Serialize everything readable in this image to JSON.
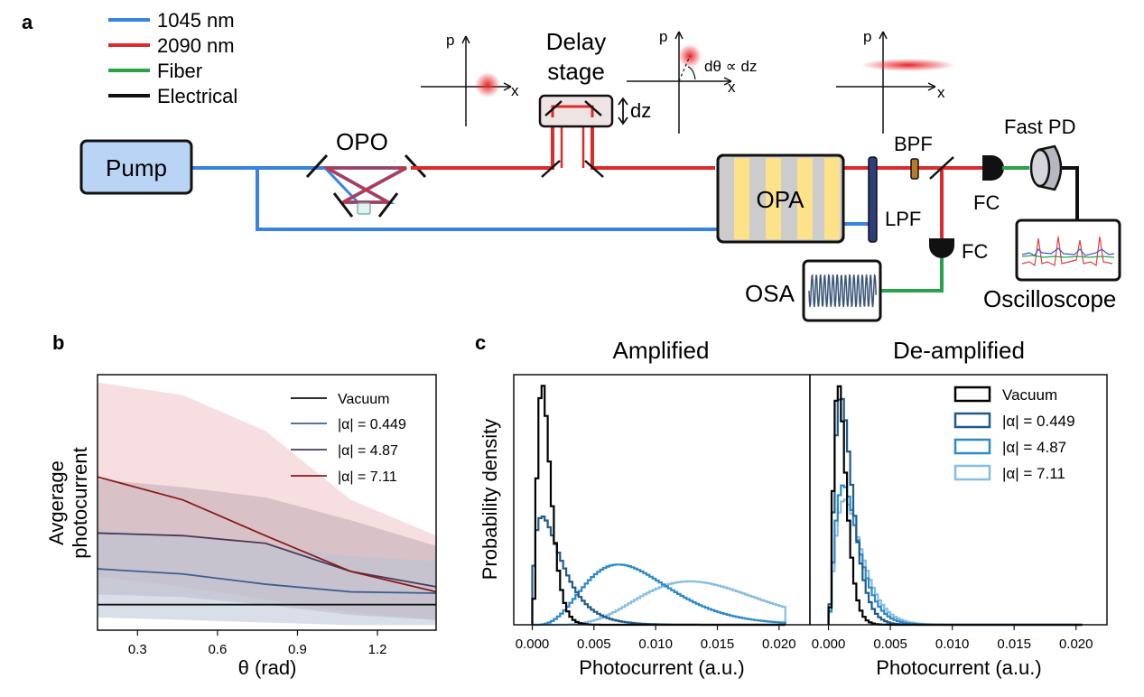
{
  "panel_labels": {
    "a": "a",
    "b": "b",
    "c": "c"
  },
  "colors": {
    "pump_beam": "#3a82e0",
    "signal_beam": "#dd2a2a",
    "fiber": "#2aa14a",
    "electrical": "#111111",
    "pump_box_fill": "#b9d4f5",
    "opa_yellow": "#fde28a",
    "opa_gray": "#cccccc",
    "lpf_fill": "#2c3f7a",
    "bpf_fill": "#b57a2a"
  },
  "diagram": {
    "legend": [
      {
        "label": "1045 nm",
        "color": "#3a82e0"
      },
      {
        "label": "2090 nm",
        "color": "#dd2a2a"
      },
      {
        "label": "Fiber",
        "color": "#2aa14a"
      },
      {
        "label": "Electrical",
        "color": "#111111"
      }
    ],
    "labels": {
      "pump": "Pump",
      "opo": "OPO",
      "delay_line1": "Delay",
      "delay_line2": "stage",
      "dz": "dz",
      "opa": "OPA",
      "lpf": "LPF",
      "bpf": "BPF",
      "fc_top": "FC",
      "fc_bottom": "FC",
      "fast_pd": "Fast PD",
      "osa": "OSA",
      "oscilloscope": "Oscilloscope",
      "p1": "p",
      "x1": "x",
      "p2": "p",
      "x2": "x",
      "dtheta": "dθ ∝ dz",
      "p3": "p",
      "x3": "x"
    }
  },
  "chart_data": [
    {
      "type": "line",
      "panel": "b",
      "xlabel": "θ (rad)",
      "ylabel_line1": "Avgerage",
      "ylabel_line2": "photocurrent",
      "xlim": [
        0.15,
        1.42
      ],
      "ylim": [
        0,
        1
      ],
      "xticks": [
        0.3,
        0.6,
        0.9,
        1.2
      ],
      "xtick_labels": [
        "0.3",
        "0.6",
        "0.9",
        "1.2"
      ],
      "series": [
        {
          "name": "Vacuum",
          "color": "#111111",
          "band": null,
          "x": [
            0.15,
            1.42
          ],
          "y": [
            0.1,
            0.1
          ]
        },
        {
          "name": "|α| = 0.449",
          "color": "#3d5f8f",
          "band": "#b8c4d6",
          "x": [
            0.15,
            0.47,
            0.78,
            1.1,
            1.42
          ],
          "y": [
            0.24,
            0.22,
            0.18,
            0.15,
            0.145
          ],
          "lo": [
            0.05,
            0.04,
            0.03,
            0.02,
            0.02
          ],
          "hi": [
            0.39,
            0.37,
            0.33,
            0.29,
            0.27
          ]
        },
        {
          "name": "|α| = 4.87",
          "color": "#4a3a58",
          "band": "#c0a9b3",
          "x": [
            0.15,
            0.47,
            0.78,
            1.1,
            1.42
          ],
          "y": [
            0.38,
            0.37,
            0.34,
            0.23,
            0.17
          ],
          "lo": [
            0.14,
            0.13,
            0.1,
            0.06,
            0.04
          ],
          "hi": [
            0.59,
            0.56,
            0.52,
            0.43,
            0.33
          ]
        },
        {
          "name": "|α| = 7.11",
          "color": "#8b1a1a",
          "band": "#f0c5c8",
          "x": [
            0.15,
            0.47,
            0.78,
            1.1,
            1.42
          ],
          "y": [
            0.6,
            0.51,
            0.37,
            0.23,
            0.15
          ],
          "lo": [
            0.21,
            0.17,
            0.12,
            0.07,
            0.04
          ],
          "hi": [
            0.97,
            0.92,
            0.78,
            0.51,
            0.37
          ]
        }
      ]
    },
    {
      "type": "histogram",
      "panel": "c",
      "xlabel": "Photocurrent (a.u.)",
      "ylabel": "Probability density",
      "xlim": [
        -0.0015,
        0.0225
      ],
      "xticks": [
        0.0,
        0.005,
        0.01,
        0.015,
        0.02
      ],
      "xtick_labels": [
        "0.000",
        "0.005",
        "0.010",
        "0.015",
        "0.020"
      ],
      "subplots": [
        {
          "title": "Amplified",
          "series": [
            {
              "name": "Vacuum",
              "color": "#000000",
              "mode": 0.0008,
              "k": 3.2,
              "peak": 1.0
            },
            {
              "name": "|α| = 0.449",
              "color": "#1f5a8a",
              "mode": 0.0008,
              "k": 1.6,
              "peak": 0.45
            },
            {
              "name": "|α| = 4.87",
              "color": "#2c89c9",
              "mode": 0.007,
              "k": 5.0,
              "peak": 0.25
            },
            {
              "name": "|α| = 7.11",
              "color": "#86bde3",
              "mode": 0.0128,
              "k": 8.0,
              "peak": 0.18
            }
          ]
        },
        {
          "title": "De-amplified",
          "series": [
            {
              "name": "Vacuum",
              "color": "#000000",
              "mode": 0.0008,
              "k": 3.6,
              "peak": 1.0
            },
            {
              "name": "|α| = 0.449",
              "color": "#1f5a8a",
              "mode": 0.001,
              "k": 3.0,
              "peak": 0.95
            },
            {
              "name": "|α| = 4.87",
              "color": "#2c89c9",
              "mode": 0.0012,
              "k": 2.7,
              "peak": 0.58
            },
            {
              "name": "|α| = 7.11",
              "color": "#86bde3",
              "mode": 0.0013,
              "k": 2.6,
              "peak": 0.52
            }
          ]
        }
      ],
      "legend": [
        "Vacuum",
        "|α| = 0.449",
        "|α| = 4.87",
        "|α| = 7.11"
      ]
    }
  ]
}
